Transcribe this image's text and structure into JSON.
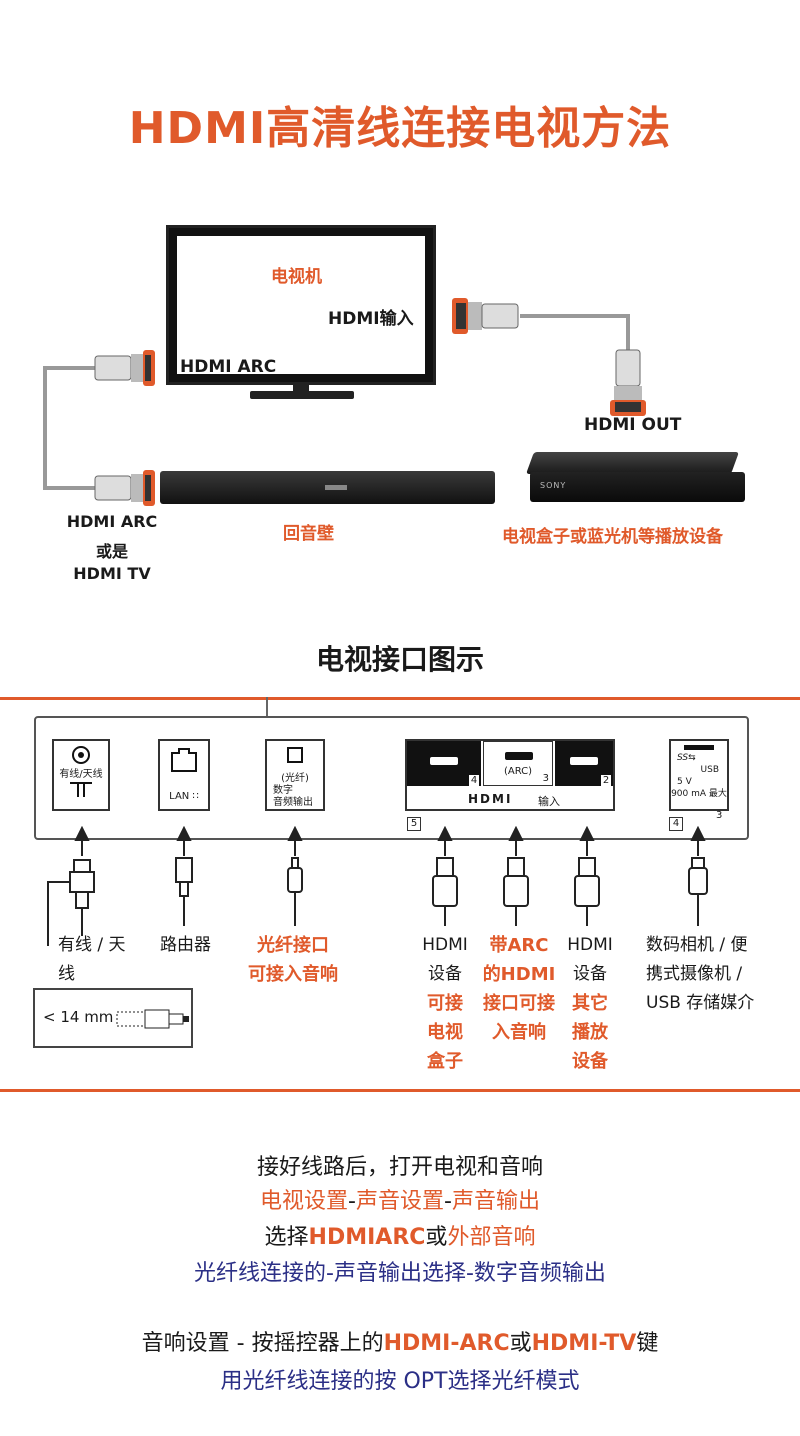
{
  "title": "HDMI高清线连接电视方法",
  "top_diagram": {
    "tv_label": "电视机",
    "hdmi_in_label": "HDMI输入",
    "hdmi_arc_tv_label": "HDMI ARC",
    "hdmi_out_label": "HDMI OUT",
    "soundbar_port_label_1": "HDMI ARC",
    "soundbar_port_label_2": "或是",
    "soundbar_port_label_3": "HDMI TV",
    "soundbar_label": "回音壁",
    "player_label": "电视盒子或蓝光机等播放设备",
    "player_brand": "SONY"
  },
  "section2_title": "电视接口图示",
  "panel": {
    "antenna_label": "有线/天线",
    "lan_label": "LAN",
    "optical_label_1": "(光纤)",
    "optical_label_2": "数字",
    "optical_label_3": "音频输出",
    "hdmi_port_4": "4",
    "hdmi_port_3": "3",
    "hdmi_port_2": "2",
    "arc_label": "(ARC)",
    "hdmi_logo": "HDMI",
    "hdmi_input_label": "输入",
    "hdmi_group_number": "5",
    "usb_label": "USB",
    "usb_power_1": "5 V",
    "usb_power_2": "900 mA 最大",
    "usb_port_num": "3",
    "usb_group_number": "4"
  },
  "columns": {
    "antenna_1": "有线 / 天",
    "antenna_2": "线",
    "router": "路由器",
    "optical_1": "光纤接口",
    "optical_2": "可接入音响",
    "hdmi_a_1": "HDMI",
    "hdmi_a_2": "设备",
    "hdmi_a_3": "可接",
    "hdmi_a_4": "电视",
    "hdmi_a_5": "盒子",
    "arc_1": "带ARC",
    "arc_2": "的HDMI",
    "arc_3": "接口可接",
    "arc_4": "入音响",
    "hdmi_b_1": "HDMI",
    "hdmi_b_2": "设备",
    "hdmi_b_3": "其它",
    "hdmi_b_4": "播放",
    "hdmi_b_5": "设备",
    "usb_1": "数码相机 / 便",
    "usb_2": "携式摄像机 /",
    "usb_3": "USB 存储媒介",
    "dimension": "< 14 mm"
  },
  "instructions": {
    "line1": "接好线路后，打开电视和音响",
    "line2_a": "电视设置",
    "line2_b": "-",
    "line2_c": "声音设置",
    "line2_d": "-",
    "line2_e": "声音输出",
    "line3_a": "选择",
    "line3_b": "HDMIARC",
    "line3_c": "或",
    "line3_d": "外部音响",
    "line4": "光纤线连接的-声音输出选择-数字音频输出",
    "line5_a": "音响设置 - 按摇控器上的",
    "line5_b": "HDMI-ARC",
    "line5_c": "或",
    "line5_d": "HDMI-TV",
    "line5_e": "键",
    "line6": "用光纤线连接的按 OPT选择光纤模式"
  },
  "colors": {
    "accent": "#e05a2b",
    "navy": "#2b2f86",
    "text": "#1a1a1a"
  }
}
